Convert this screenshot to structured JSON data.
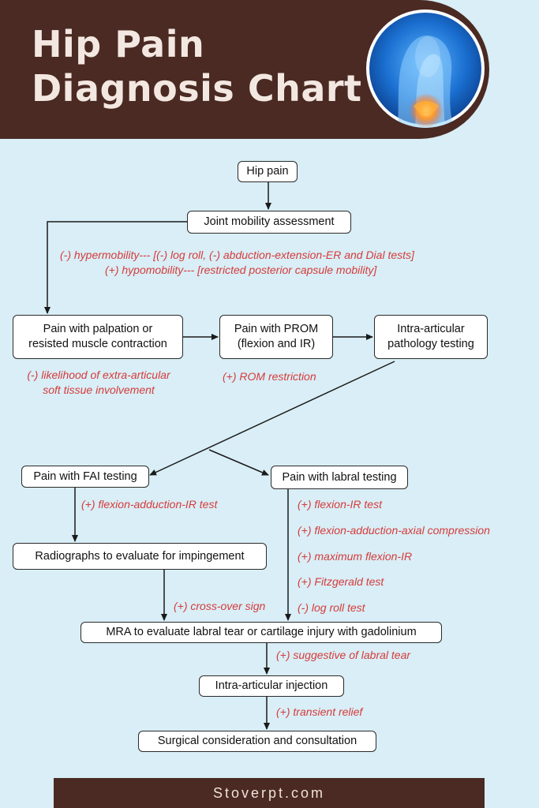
{
  "header": {
    "title_line1": "Hip Pain",
    "title_line2": "Diagnosis Chart",
    "image_icon": "hip-anatomy-illustration"
  },
  "nodes": {
    "hip_pain": "Hip pain",
    "joint_mobility": "Joint mobility assessment",
    "palpation_line1": "Pain with palpation or",
    "palpation_line2": "resisted muscle contraction",
    "prom_line1": "Pain with PROM",
    "prom_line2": "(flexion and IR)",
    "intra_line1": "Intra-articular",
    "intra_line2": "pathology testing",
    "fai": "Pain with FAI testing",
    "labral": "Pain with labral testing",
    "radiographs": "Radiographs to evaluate for impingement",
    "mra": "MRA to evaluate labral tear or cartilage injury with gadolinium",
    "injection": "Intra-articular injection",
    "surgical": "Surgical consideration and consultation"
  },
  "notes": {
    "hypermobility": "(-) hypermobility--- [(-) log roll, (-) abduction-extension-ER and Dial tests]",
    "hypomobility": "(+) hypomobility--- [restricted posterior capsule mobility]",
    "likelihood_line1": "(-) likelihood of extra-articular",
    "likelihood_line2": "soft tissue involvement",
    "rom_restriction": "(+) ROM restriction",
    "fai_test": "(+) flexion-adduction-IR test",
    "labral_tests": [
      "(+) flexion-IR test",
      "(+) flexion-adduction-axial compression",
      "(+) maximum flexion-IR",
      "(+) Fitzgerald test",
      "(-) log roll test"
    ],
    "cross_over": "(+) cross-over sign",
    "labral_tear": "(+) suggestive of labral tear",
    "transient_relief": "(+) transient relief"
  },
  "footer": {
    "site": "Stoverpt.com"
  },
  "colors": {
    "background": "#d9eef6",
    "header": "#4a2a22",
    "note_red": "#d53b3b"
  }
}
